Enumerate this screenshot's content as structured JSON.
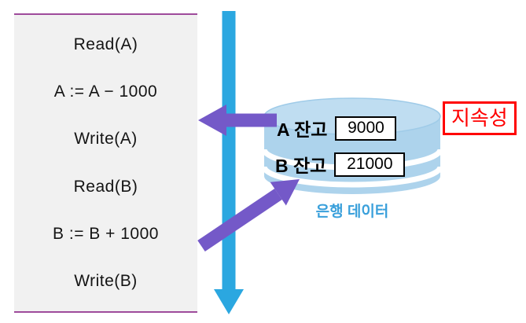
{
  "transaction": {
    "lines": [
      "Read(A)",
      "A := A − 1000",
      "Write(A)",
      "Read(B)",
      "B := B + 1000",
      "Write(B)"
    ]
  },
  "database": {
    "row_a": {
      "label": "A 잔고",
      "value": "9000"
    },
    "row_b": {
      "label": "B 잔고",
      "value": "21000"
    },
    "caption": "은행 데이터"
  },
  "annotation": {
    "durability": "지속성"
  },
  "colors": {
    "timeline_arrow": "#2ba7e0",
    "transfer_arrow": "#7459c8",
    "cylinder_fill": "#add3ec",
    "highlight": "#ff0000",
    "panel_border": "#9e4b9b"
  }
}
